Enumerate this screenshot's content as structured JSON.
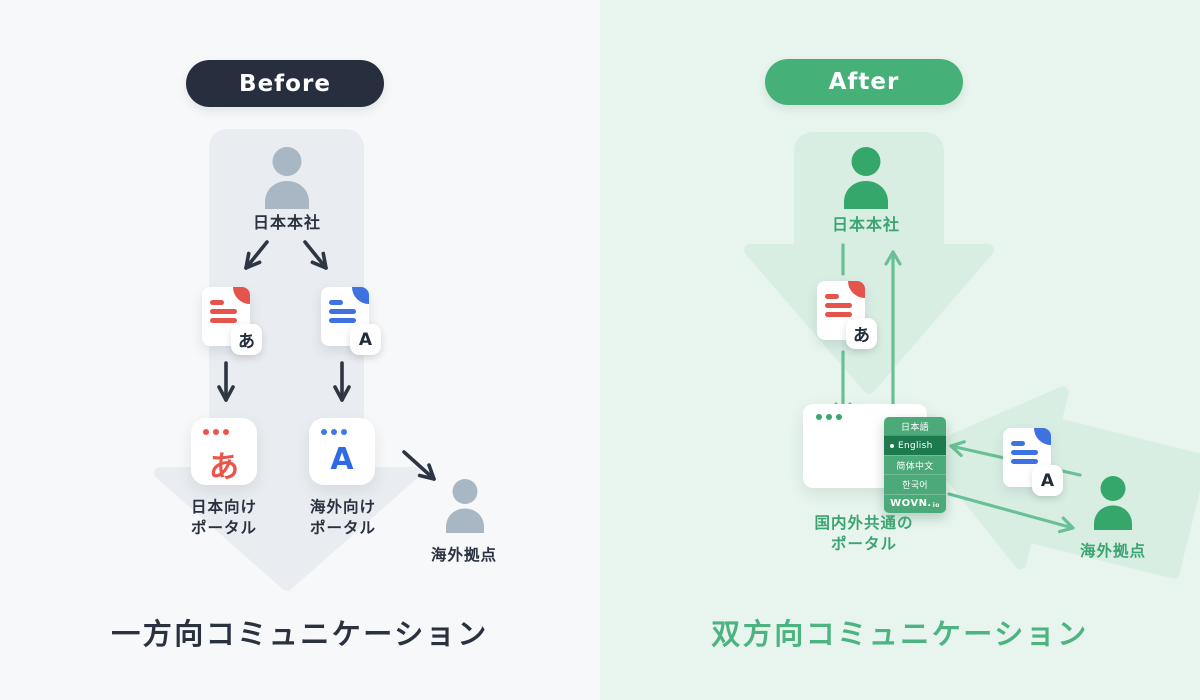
{
  "before": {
    "badge_label": "Before",
    "hq_label": "日本本社",
    "doc_ja_badge": "あ",
    "doc_en_badge": "A",
    "portal_ja_char": "あ",
    "portal_en_char": "A",
    "portal_ja_line1": "日本向け",
    "portal_ja_line2": "ポータル",
    "portal_en_line1": "海外向け",
    "portal_en_line2": "ポータル",
    "overseas_label": "海外拠点",
    "caption": "一方向コミュニケーション"
  },
  "after": {
    "badge_label": "After",
    "hq_label": "日本本社",
    "doc_ja_badge": "あ",
    "doc_en_badge": "A",
    "portal_line1": "国内外共通の",
    "portal_line2": "ポータル",
    "languages": [
      "日本語",
      "English",
      "简体中文",
      "한국어"
    ],
    "selected_language": "English",
    "wovn_logo_main": "WOVN.",
    "wovn_logo_suffix": "io",
    "overseas_label": "海外拠点",
    "caption": "双方向コミュニケーション"
  },
  "colors": {
    "before_badge_bg": "#272f3e",
    "after_badge_bg": "#45b178",
    "left_bg": "#f7f8f9",
    "right_bg": "#e8f5ee",
    "gray_big_arrow": "#e9edf1",
    "green_big_arrow": "#d9eee3",
    "person_gray": "#a9b6c3",
    "person_green": "#36a76b",
    "doc_red": "#e4544b",
    "doc_blue": "#3d72e0",
    "dark_text": "#2a3240",
    "green_text": "#3ca471",
    "thin_arrow_dark": "#2d3642",
    "thin_arrow_green": "#68c094",
    "panel_green": "#4caa7a",
    "panel_selected_green": "#1d7a4e"
  }
}
